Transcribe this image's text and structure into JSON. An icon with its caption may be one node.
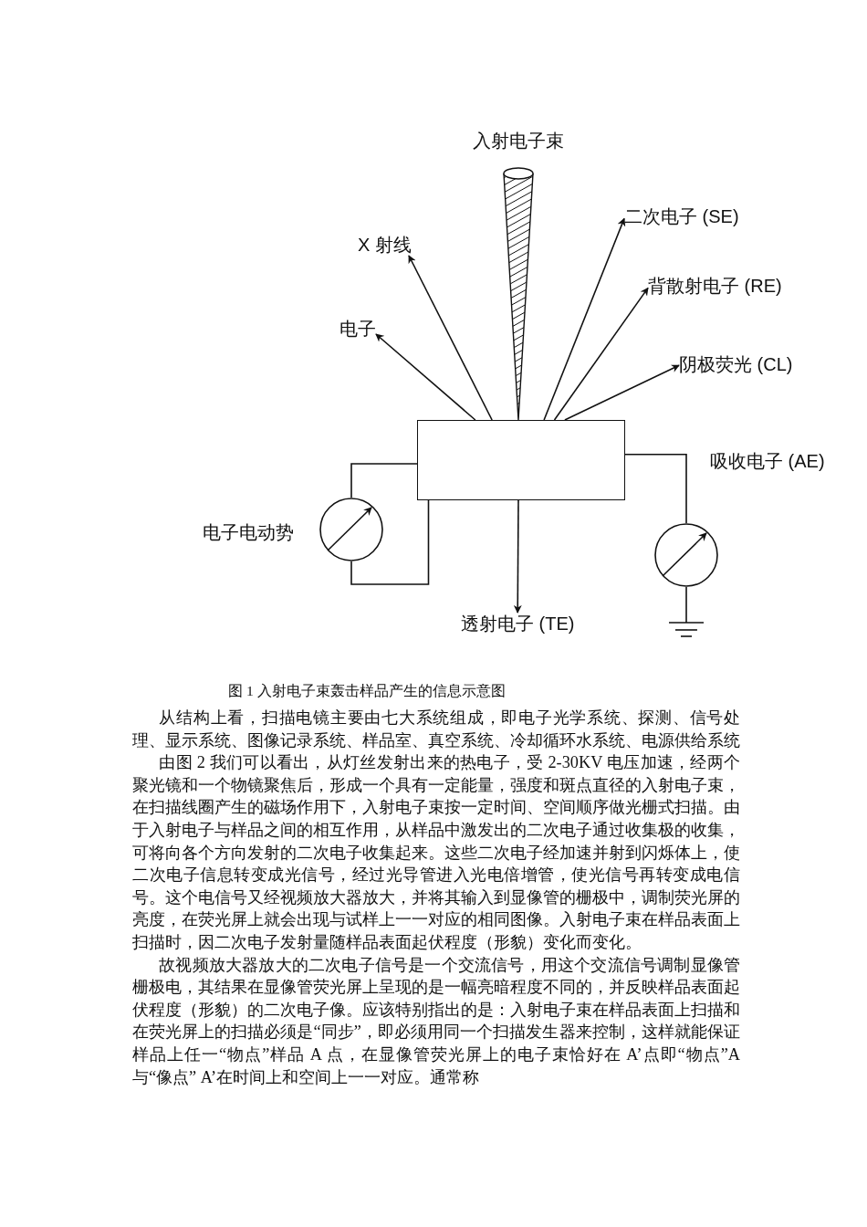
{
  "diagram": {
    "caption": "图 1 入射电子束轰击样品产生的信息示意图",
    "nodes": [
      {
        "text": [],
        "shape": "cone",
        "beside": [
          "入射电子束"
        ]
      },
      {
        "text": [],
        "shape": "box"
      },
      {
        "text": [
          "X 射线"
        ]
      },
      {
        "text": [
          "二次电子 (SE)"
        ]
      },
      {
        "text": [
          "电子"
        ]
      },
      {
        "text": [
          "背散射电子 (RE)"
        ]
      },
      {
        "text": [
          "阴极荧光 (CL)"
        ]
      },
      {
        "text": [],
        "shape": "circle"
      },
      {
        "text": [],
        "shape": "circle"
      },
      {
        "text": [
          "透射电子 (TE)"
        ]
      }
    ],
    "edges": [
      {
        "from": 1,
        "to": 4,
        "arrow": "to"
      },
      {
        "from": 1,
        "to": 2,
        "arrow": "to"
      },
      {
        "from": 1,
        "to": 3,
        "arrow": "to"
      },
      {
        "from": 1,
        "to": 5,
        "arrow": "to"
      },
      {
        "from": 1,
        "to": 6,
        "arrow": "to"
      },
      {
        "from": 1,
        "to": 9,
        "arrow": "to"
      },
      {
        "from": 1,
        "to": 7,
        "arrow": "none"
      },
      {
        "from": 7,
        "to": 1,
        "arrow": "none"
      },
      {
        "from": 1,
        "to": 8,
        "arrow": "none"
      }
    ],
    "labels": [
      "电子电动势",
      "吸收电子 (AE)",
      "从结构上看，扫描电镜主要由七大系统组成，即电子光学系统、探测、信号处理、显示系统、图像记录系统、样品室、真空系统、冷却循环水系统、电源供给系统",
      "由图 2 我们可以看出，从灯丝发射出来的热电子，受 2-30KV 电压加速，经两个聚光镜和一个物镜聚焦后，形成一个具有一定能量，强度和斑点直径的入射电子束，在扫描线圈产生的磁场作用下，入射电子束按一定时间、空间顺序做光栅式扫描。由于入射电子与样品之间的相互作用，从样品中激发出的二次电子通过收集极的收集，可将向各个方向发射的二次电子收集起来。这些二次电子经加速并射到闪烁体上，使二次电子信息转变成光信号，经过光导管进入光电倍增管，使光信号再转变成电信号。这个电信号又经视频放大器放大，并将其输入到显像管的栅极中，调制荧光屏的亮度，在荧光屏上就会出现与试样上一一对应的相同图像。入射电子束在样品表面上扫描时，因二次电子发射量随样品表面起伏程度（形貌）变化而变化。",
      "故视频放大器放大的二次电子信号是一个交流信号，用这个交流信号调制显像管栅极电，其结果在显像管荧光屏上呈现的是一幅亮暗程度不同的，并反映样品表面起伏程度（形貌）的二次电子像。应该特别指出的是：入射电子束在样品表面上扫描和在荧光屏上的扫描必须是“同步”，即必须用同一个扫描发生器来控制，这样就能保证样品上任一“物点”样品 A 点，在显像管荧光屏上的电子束恰好在 A’点即“物点”A 与“像点” A’在时间上和空间上一一对应。通常称"
    ]
  }
}
